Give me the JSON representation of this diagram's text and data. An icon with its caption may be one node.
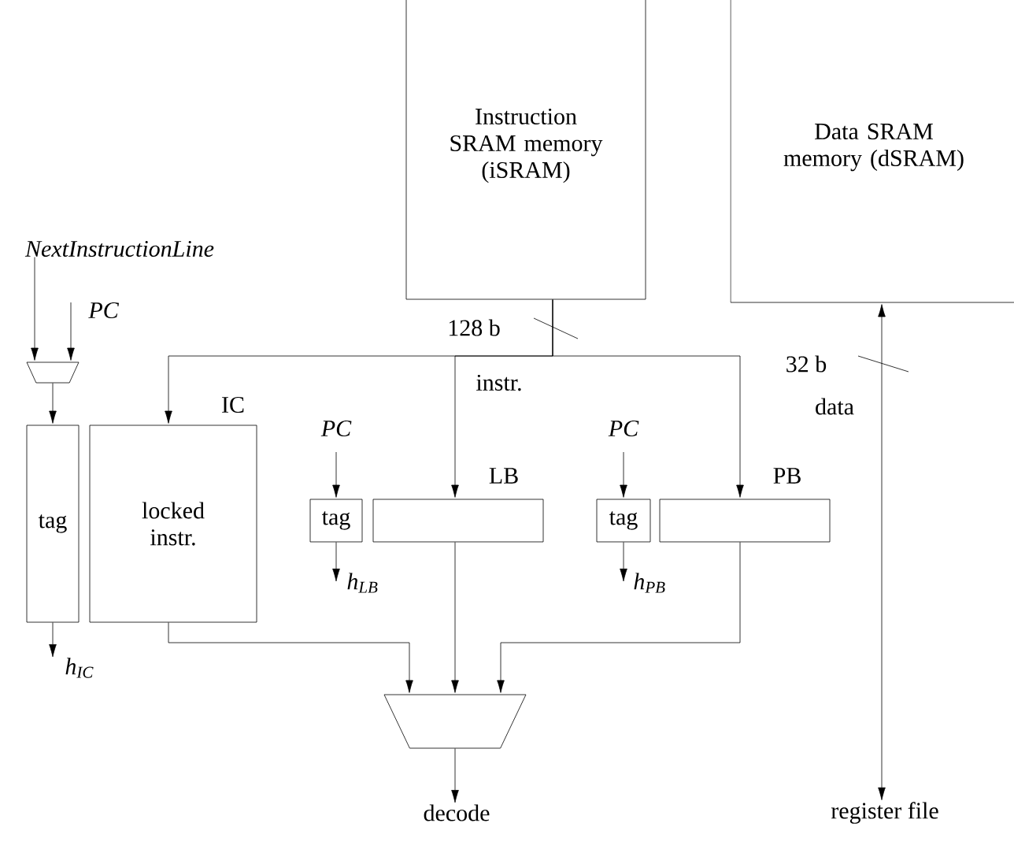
{
  "diagram": {
    "nodes": [
      {
        "text": [
          "Instruction SRAM memory (iSRAM)"
        ]
      },
      {
        "text": [
          "Data SRAM memory (dSRAM)"
        ]
      },
      {
        "text": [
          "NextInstructionLine"
        ]
      },
      {
        "text": [],
        "shape": "trapezoid"
      },
      {
        "text": [
          "tag"
        ]
      },
      {
        "text": [
          "IC",
          "locked instr."
        ]
      },
      {
        "text": [
          "tag"
        ]
      },
      {
        "text": [
          "LB"
        ]
      },
      {
        "text": [
          "tag"
        ]
      },
      {
        "text": [
          "PB"
        ]
      },
      {
        "text": [],
        "shape": "trapezoid"
      },
      {
        "text": [
          "decode"
        ]
      },
      {
        "text": [
          "register file"
        ]
      }
    ],
    "edges": [
      {
        "from": 2,
        "to": 3,
        "arrow": "to"
      },
      {
        "from": null,
        "to": 3,
        "arrow": "to",
        "label": "PC"
      },
      {
        "from": 3,
        "to": 4,
        "arrow": "to"
      },
      {
        "from": 4,
        "to": null,
        "arrow": "to",
        "label": "h$_{IC}$"
      },
      {
        "from": 0,
        "to": 5,
        "arrow": "to",
        "label": "128 b"
      },
      {
        "from": 0,
        "to": 7,
        "arrow": "to"
      },
      {
        "from": 0,
        "to": 9,
        "arrow": "to"
      },
      {
        "from": null,
        "to": 6,
        "arrow": "to",
        "label": "PC"
      },
      {
        "from": 6,
        "to": null,
        "arrow": "to",
        "label": "h$_{LB}$"
      },
      {
        "from": null,
        "to": 8,
        "arrow": "to",
        "label": "PC"
      },
      {
        "from": 8,
        "to": null,
        "arrow": "to",
        "label": "h$_{PB}$"
      },
      {
        "from": 5,
        "to": 10,
        "arrow": "to"
      },
      {
        "from": 7,
        "to": 10,
        "arrow": "to"
      },
      {
        "from": 9,
        "to": 10,
        "arrow": "to"
      },
      {
        "from": 10,
        "to": 11,
        "arrow": "to"
      },
      {
        "from": 1,
        "to": 12,
        "arrow": "both",
        "label": "32 b"
      }
    ],
    "labels": [
      "instr.",
      "data"
    ]
  }
}
